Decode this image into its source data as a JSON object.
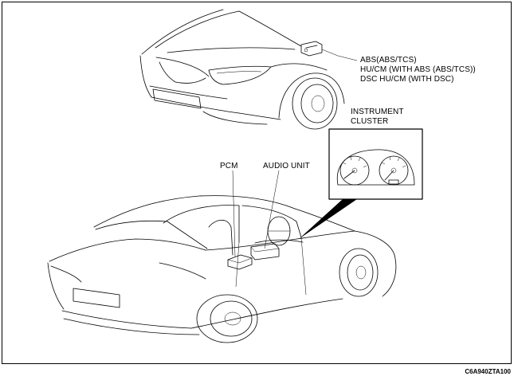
{
  "labels": {
    "abs_line1": "ABS(ABS/TCS)",
    "abs_line2": "HU/CM (WITH ABS (ABS/TCS))",
    "abs_line3": "DSC HU/CM (WITH DSC)",
    "instrument_line1": "INSTRUMENT",
    "instrument_line2": "CLUSTER",
    "pcm": "PCM",
    "audio": "AUDIO UNIT"
  },
  "figure_code": "C6A940ZTA100"
}
